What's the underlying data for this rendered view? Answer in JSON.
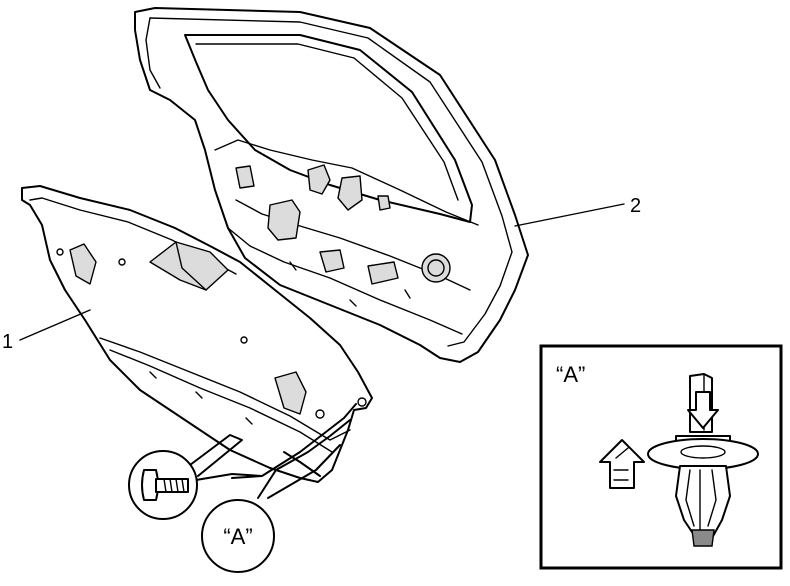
{
  "labels": {
    "part_1": "1",
    "part_2": "2",
    "callout_clip": "“A”",
    "detail_title": "“A”"
  }
}
